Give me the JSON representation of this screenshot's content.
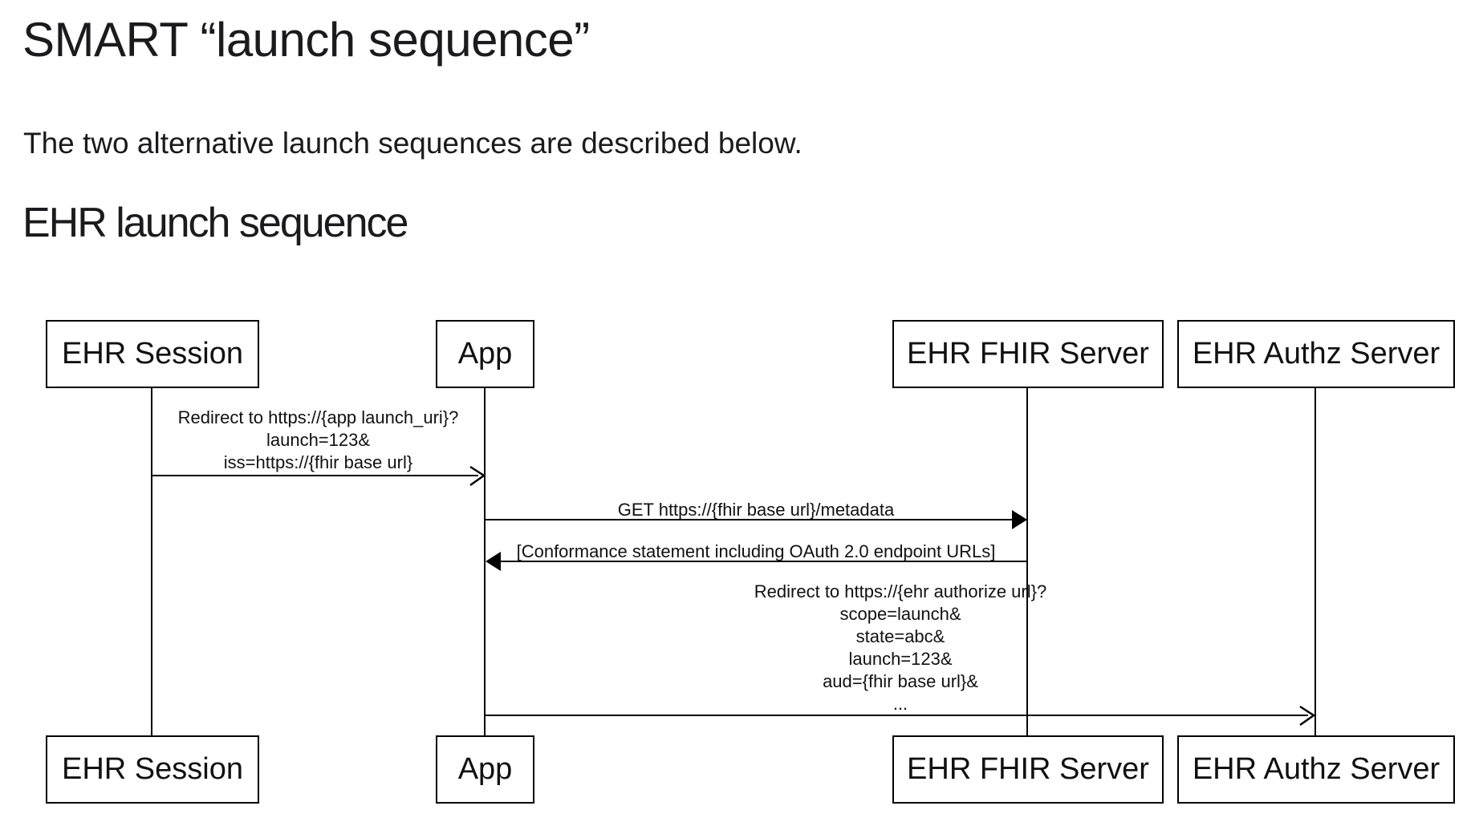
{
  "page": {
    "title": "SMART “launch sequence”",
    "intro": "The two alternative launch sequences are described below.",
    "section_heading": "EHR launch sequence"
  },
  "diagram": {
    "type": "sequence",
    "colors": {
      "background": "#ffffff",
      "line": "#000000",
      "text": "#111111"
    },
    "actors": [
      {
        "label": "EHR Session"
      },
      {
        "label": "App"
      },
      {
        "label": "EHR FHIR Server"
      },
      {
        "label": "EHR Authz Server"
      }
    ],
    "messages": [
      {
        "from": "EHR Session",
        "to": "App",
        "arrowhead": "open",
        "lines": [
          "Redirect to https://{app launch_uri}?",
          "launch=123&",
          "iss=https://{fhir base url}"
        ]
      },
      {
        "from": "App",
        "to": "EHR FHIR Server",
        "arrowhead": "filled",
        "lines": [
          "GET https://{fhir base url}/metadata"
        ]
      },
      {
        "from": "EHR FHIR Server",
        "to": "App",
        "arrowhead": "filled",
        "lines": [
          "[Conformance statement including OAuth 2.0 endpoint URLs]"
        ]
      },
      {
        "from": "App",
        "to": "EHR Authz Server",
        "arrowhead": "open",
        "lines": [
          "Redirect to https://{ehr authorize url}?",
          "scope=launch&",
          "state=abc&",
          "launch=123&",
          "aud={fhir base url}&",
          "..."
        ]
      }
    ]
  }
}
